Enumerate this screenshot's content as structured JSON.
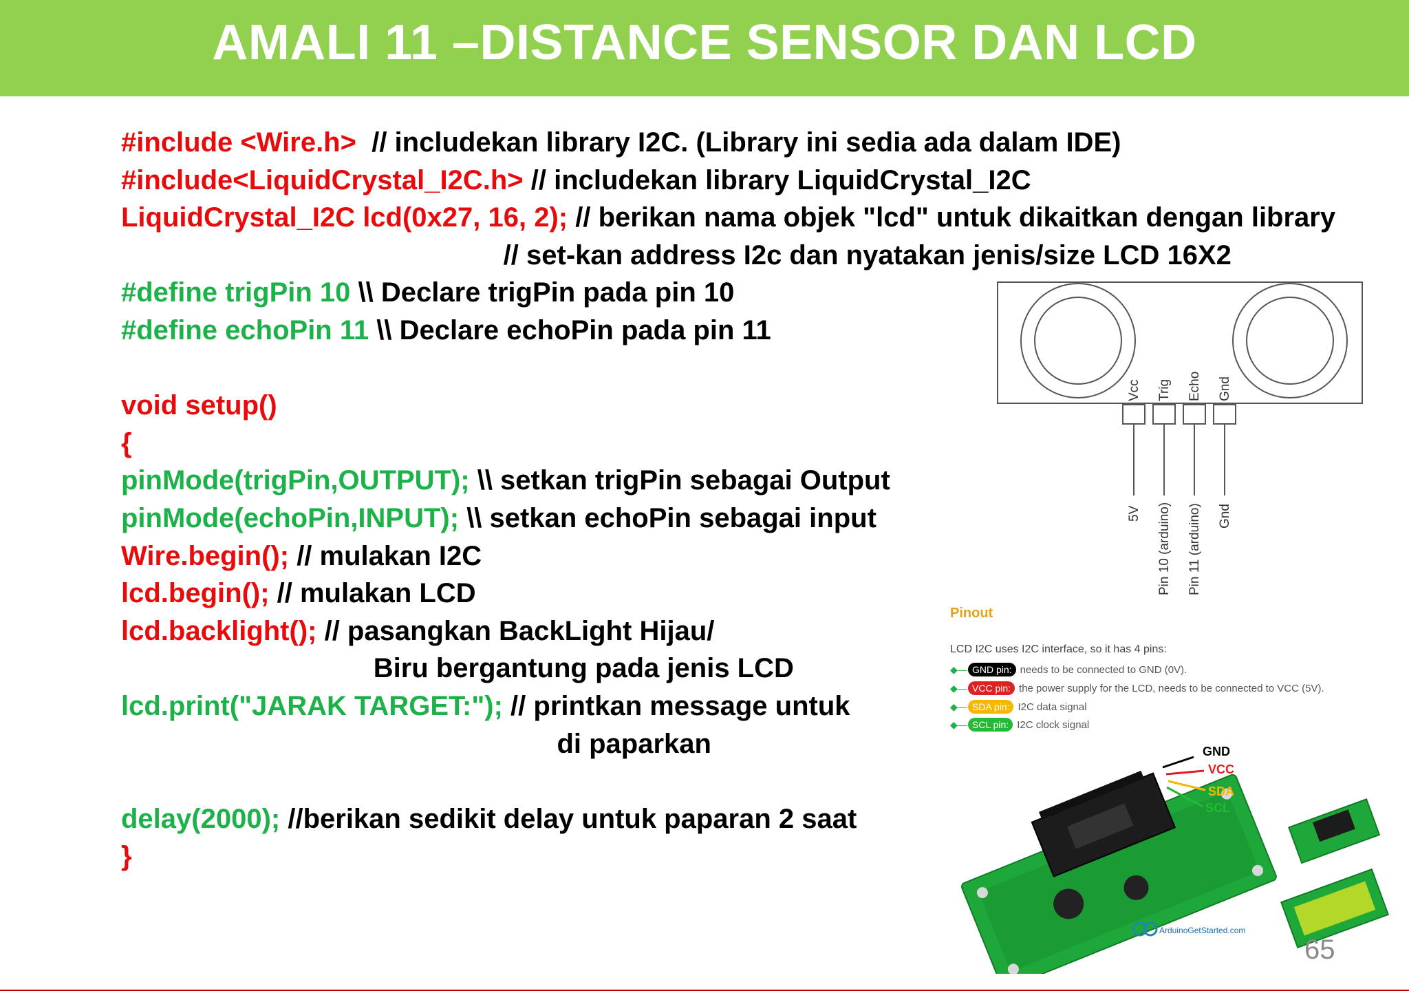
{
  "slide": {
    "title": "AMALI 11 –DISTANCE SENSOR DAN LCD",
    "page_number": "65"
  },
  "code_lines": [
    [
      [
        "red",
        "#include <Wire.h>  "
      ],
      [
        "blk",
        "// includekan library I2C. (Library ini sedia ada dalam IDE)"
      ]
    ],
    [
      [
        "red",
        "#include<LiquidCrystal_I2C.h> "
      ],
      [
        "blk",
        "// includekan library LiquidCrystal_I2C"
      ]
    ],
    [
      [
        "red",
        "LiquidCrystal_I2C lcd(0x27, 16, 2); "
      ],
      [
        "blk",
        "// berikan nama objek \"lcd\" untuk dikaitkan dengan library"
      ]
    ],
    [
      [
        "blk",
        "                                                  // set-kan address I2c dan nyatakan jenis/size LCD 16X2"
      ]
    ],
    [
      [
        "green",
        "#define trigPin 10 "
      ],
      [
        "blk",
        "\\\\ Declare trigPin pada pin 10"
      ]
    ],
    [
      [
        "green",
        "#define echoPin 11 "
      ],
      [
        "blk",
        "\\\\ Declare echoPin pada pin 11"
      ]
    ],
    [],
    [
      [
        "red",
        "void setup()"
      ]
    ],
    [
      [
        "red",
        "{"
      ]
    ],
    [
      [
        "green",
        "pinMode(trigPin,OUTPUT); "
      ],
      [
        "blk",
        "\\\\ setkan trigPin sebagai Output"
      ]
    ],
    [
      [
        "green",
        "pinMode(echoPin,INPUT); "
      ],
      [
        "blk",
        "\\\\ setkan echoPin sebagai input"
      ]
    ],
    [
      [
        "red",
        "Wire.begin(); "
      ],
      [
        "blk",
        "// mulakan I2C"
      ]
    ],
    [
      [
        "red",
        "lcd.begin(); "
      ],
      [
        "blk",
        "// mulakan LCD"
      ]
    ],
    [
      [
        "red",
        "lcd.backlight(); "
      ],
      [
        "blk",
        "// pasangkan BackLight Hijau/"
      ]
    ],
    [
      [
        "blk",
        "                                 Biru bergantung pada jenis LCD"
      ]
    ],
    [
      [
        "green",
        "lcd.print(\"JARAK TARGET:\"); "
      ],
      [
        "blk",
        "// printkan message untuk"
      ]
    ],
    [
      [
        "blk",
        "                                                         di paparkan"
      ]
    ],
    [],
    [
      [
        "green",
        "delay(2000); "
      ],
      [
        "blk",
        "//berikan sedikit delay untuk paparan 2 saat"
      ]
    ],
    [
      [
        "red",
        "}"
      ]
    ]
  ],
  "sensor_diagram": {
    "pin_labels": [
      "Vcc",
      "Trig",
      "Echo",
      "Gnd"
    ],
    "wire_labels": [
      "5V",
      "Pin 10 (arduino)",
      "Pin 11 (arduino)",
      "Gnd"
    ]
  },
  "pinout": {
    "title": "Pinout",
    "intro": "LCD I2C uses I2C interface, so it has 4 pins:",
    "pins": [
      {
        "label": "GND pin:",
        "desc": "needs to be connected to GND (0V).",
        "color": "#000000"
      },
      {
        "label": "VCC pin:",
        "desc": "the power supply for the LCD, needs to be connected to VCC (5V).",
        "color": "#e02020"
      },
      {
        "label": "SDA pin:",
        "desc": "I2C data signal",
        "color": "#f5b800"
      },
      {
        "label": "SCL pin:",
        "desc": "I2C clock signal",
        "color": "#22bb33"
      }
    ]
  },
  "lcd_image": {
    "wire_labels": [
      "GND",
      "VCC",
      "SDA",
      "SCL"
    ],
    "brand": "ArduinoGetStarted.com"
  },
  "colors": {
    "header_bg": "#92d050",
    "code_red": "#e80b0b",
    "code_green": "#1db14a"
  }
}
